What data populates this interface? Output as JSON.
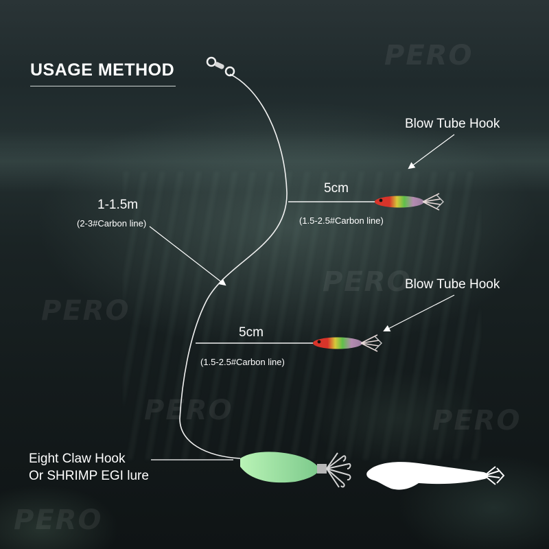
{
  "title": "USAGE METHOD",
  "watermark": "PERO",
  "labels": {
    "main_line_length": "1-1.5m",
    "main_line_spec": "(2-3#Carbon line)",
    "branch1_length": "5cm",
    "branch1_spec": "(1.5-2.5#Carbon line)",
    "branch2_length": "5cm",
    "branch2_spec": "(1.5-2.5#Carbon line)",
    "hook1_name": "Blow Tube Hook",
    "hook2_name": "Blow Tube Hook",
    "bottom_hook_line1": "Eight Claw Hook",
    "bottom_hook_line2": "Or SHRIMP EGI lure"
  },
  "colors": {
    "text": "#ffffff",
    "line": "#f2f2f2",
    "glow_lure": "#9fe0a0",
    "tube_red": "#d8342a",
    "tube_yellow": "#d6c83a",
    "tube_green": "#5fbf4a",
    "tube_body": "#b48bb0"
  },
  "icons": [
    "swivel-icon",
    "blow-tube-hook-icon",
    "glow-squid-jig-icon",
    "shrimp-egi-lure-icon"
  ]
}
